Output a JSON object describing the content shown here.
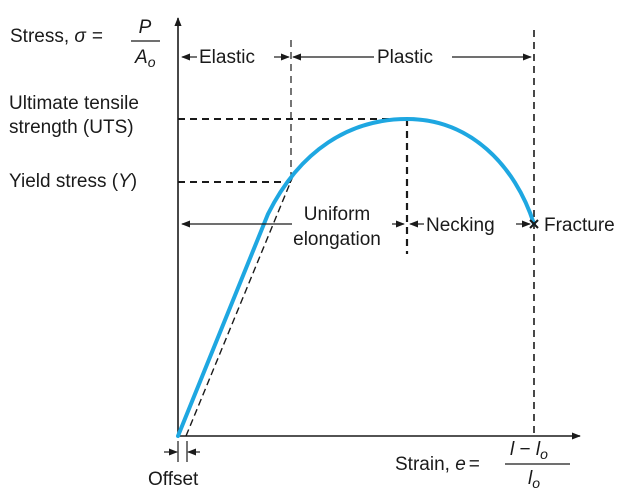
{
  "colors": {
    "curve": "#1ea7e1",
    "ink": "#1a1a1a",
    "background": "#ffffff"
  },
  "y_axis_label": {
    "text": "Stress, ",
    "symbol": "σ",
    "equals": "=",
    "numerator": "P",
    "denominator": "A",
    "denominator_sub": "o"
  },
  "x_axis_label": {
    "text": "Strain, ",
    "symbol": "e",
    "equals": "=",
    "numerator_l": "l",
    "numerator_minus": " − ",
    "numerator_l0": "l",
    "numerator_sub": "o",
    "denominator": "l",
    "denominator_sub": "o"
  },
  "uts_label": {
    "line1": "Ultimate tensile",
    "line2": "strength (UTS)"
  },
  "yield_label": {
    "prefix": "Yield stress (",
    "symbol": "Y",
    "suffix": ")"
  },
  "regions": {
    "elastic": "Elastic",
    "plastic": "Plastic",
    "uniform_line1": "Uniform",
    "uniform_line2": "elongation",
    "necking": "Necking"
  },
  "fracture_label": "Fracture",
  "offset_label": "Offset"
}
